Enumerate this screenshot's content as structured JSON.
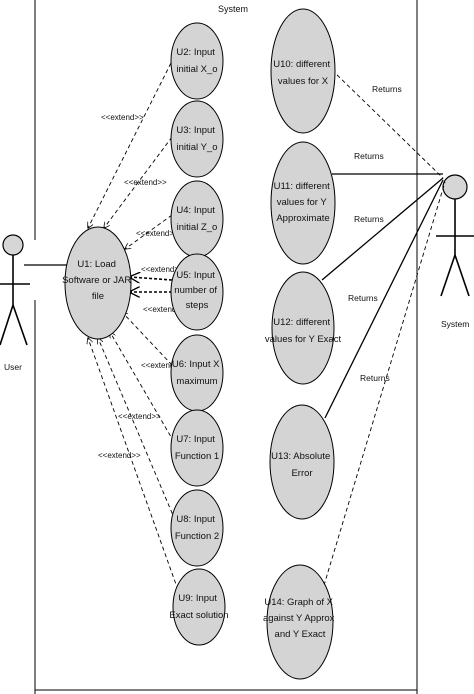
{
  "title": "System",
  "actors": {
    "user": "User",
    "system": "System"
  },
  "use_cases": {
    "u1": [
      "U1: Load",
      "Software or JAR",
      "file"
    ],
    "u2": [
      "U2: Input",
      "initial X_o"
    ],
    "u3": [
      "U3: Input",
      "initial Y_o"
    ],
    "u4": [
      "U4: Input",
      "initial Z_o"
    ],
    "u5": [
      "U5: Input",
      "number of",
      "steps"
    ],
    "u6": [
      "U6: Input X",
      "maximum"
    ],
    "u7": [
      "U7: Input",
      "Function 1"
    ],
    "u8": [
      "U8: Input",
      "Function 2"
    ],
    "u9": [
      "U9: Input",
      "Exact solution"
    ],
    "u10": [
      "U10: different",
      "values for X"
    ],
    "u11": [
      "U11: different",
      "values for Y",
      "Approximate"
    ],
    "u12": [
      "U12: different",
      "values for Y Exact"
    ],
    "u13": [
      "U13: Absolute",
      "Error"
    ],
    "u14": [
      "U14: Graph of X",
      "against Y Approx",
      "and Y Exact"
    ]
  },
  "labels": {
    "extend": "<<extend>>",
    "returns": "Returns"
  }
}
